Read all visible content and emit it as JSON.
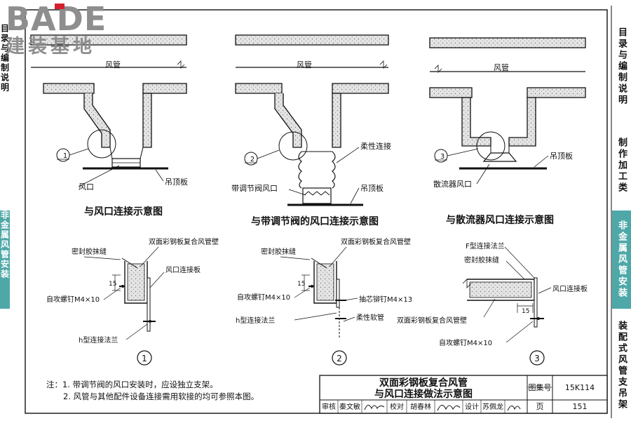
{
  "logo": {
    "brand": "BADE",
    "subtitle": "建装基地"
  },
  "left_nav": [
    {
      "label": "目录与编制说明",
      "active": false
    },
    {
      "label": "非金属风管安装",
      "active": true
    }
  ],
  "side_nav": [
    {
      "label": "目录与编制说明",
      "active": false
    },
    {
      "label": "制作加工类",
      "active": false
    },
    {
      "label": "非金属风管安装",
      "active": true
    },
    {
      "label": "装配式风管支吊架",
      "active": false
    }
  ],
  "top_diagrams": {
    "d1": {
      "duct": "风管",
      "marker": "1",
      "outlet": "风口",
      "ceiling": "吊顶板",
      "caption": "与风口连接示意图"
    },
    "d2": {
      "duct": "风管",
      "marker": "2",
      "flexible": "柔性连接",
      "damper_outlet": "带调节阀风口",
      "ceiling": "吊顶板",
      "caption": "与带调节阀的风口连接示意图"
    },
    "d3": {
      "duct": "风管",
      "marker": "3",
      "ceiling": "吊顶板",
      "diffuser": "散流器风口",
      "caption": "与散流器风口连接示意图"
    }
  },
  "details": {
    "d1": {
      "sealant": "密封胶抹缝",
      "wall": "双面彩钢板复合风管壁",
      "plate": "风口连接板",
      "dim": "15",
      "screw": "自攻螺钉M4×10",
      "flange": "h型连接法兰",
      "number": "1"
    },
    "d2": {
      "sealant": "密封胶抹缝",
      "wall": "双面彩钢板复合风管壁",
      "screw": "自攻螺钉M4×10",
      "dim": "15",
      "rivet": "抽芯铆钉M4×13",
      "flange": "h型连接法兰",
      "hose": "柔性软管",
      "number": "2"
    },
    "d3": {
      "flange": "F型连接法兰",
      "sealant": "密封胶抹缝",
      "plate": "风口连接板",
      "wall": "双面彩钢板复合风管壁",
      "dim": "15",
      "screw": "自攻螺钉M4×10",
      "number": "3"
    }
  },
  "notes": {
    "prefix": "注：",
    "n1": "1. 带调节阀的风口安装时，应设独立支架。",
    "n2": "2. 风管与其他配件设备连接需用软接的均可参照本图。"
  },
  "title_block": {
    "title_line1": "双面彩钢板复合风管",
    "title_line2": "与风口连接做法示意图",
    "atlas_label": "图集号",
    "atlas_value": "15K114",
    "page_label": "页",
    "page_value": "151",
    "review_label": "审核",
    "review_name": "秦文敏",
    "check_label": "校对",
    "check_name": "胡春林",
    "design_label": "设计",
    "design_name": "苏佩龙"
  },
  "colors": {
    "accent": "#4fa8a8",
    "line": "#111111",
    "insulation": "#e2e2e2"
  }
}
